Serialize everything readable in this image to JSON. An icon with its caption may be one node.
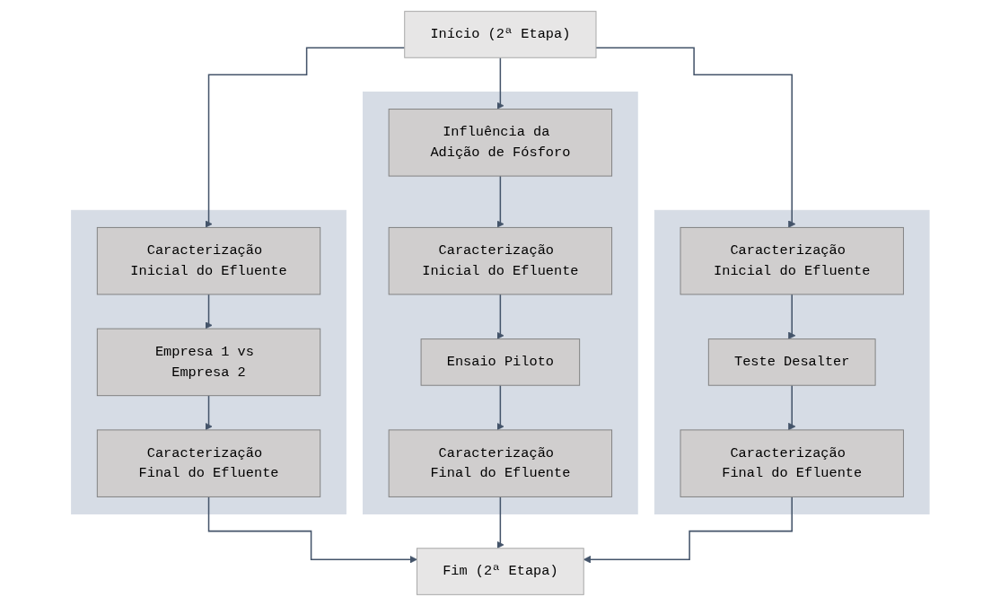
{
  "diagram": {
    "nodes": [
      {
        "text": [
          "Início (2ª Etapa)"
        ]
      },
      {
        "text": [],
        "shape": "box"
      },
      {
        "text": [
          "Caracterização Inicial do Efluente"
        ],
        "in": 1
      },
      {
        "text": [
          "Empresa 1 vs Empresa 2"
        ],
        "in": 1
      },
      {
        "text": [
          "Caracterização Final do Efluente"
        ],
        "in": 1
      },
      {
        "text": [],
        "shape": "box"
      },
      {
        "text": [
          "Influência da Adição de Fósforo"
        ],
        "in": 5
      },
      {
        "text": [
          "Caracterização Inicial do Efluente"
        ],
        "in": 5
      },
      {
        "text": [
          "Ensaio Piloto"
        ],
        "in": 5
      },
      {
        "text": [
          "Caracterização Final do Efluente"
        ],
        "in": 5
      },
      {
        "text": [],
        "shape": "box"
      },
      {
        "text": [
          "Caracterização Inicial do Efluente"
        ],
        "in": 10
      },
      {
        "text": [
          "Teste Desalter"
        ],
        "in": 10
      },
      {
        "text": [
          "Caracterização Final do Efluente"
        ],
        "in": 10
      },
      {
        "text": [
          "Fim (2ª Etapa)"
        ]
      }
    ],
    "edges": [
      {
        "from": 0,
        "to": 2,
        "arrow": "to"
      },
      {
        "from": 0,
        "to": 6,
        "arrow": "to"
      },
      {
        "from": 0,
        "to": 11,
        "arrow": "to"
      },
      {
        "from": 2,
        "to": 3,
        "arrow": "to"
      },
      {
        "from": 3,
        "to": 4,
        "arrow": "to"
      },
      {
        "from": 6,
        "to": 7,
        "arrow": "to"
      },
      {
        "from": 7,
        "to": 8,
        "arrow": "to"
      },
      {
        "from": 8,
        "to": 9,
        "arrow": "to"
      },
      {
        "from": 11,
        "to": 12,
        "arrow": "to"
      },
      {
        "from": 12,
        "to": 13,
        "arrow": "to"
      },
      {
        "from": 4,
        "to": 14,
        "arrow": "to"
      },
      {
        "from": 9,
        "to": 14,
        "arrow": "to"
      },
      {
        "from": 13,
        "to": 14,
        "arrow": "to"
      }
    ]
  }
}
